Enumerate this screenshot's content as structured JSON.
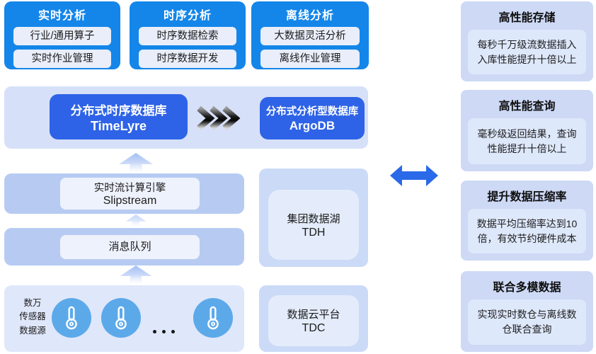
{
  "palette": {
    "module_blue": "#1486e9",
    "db_royal_blue": "#2e63e7",
    "band_light": "#d6e0f8",
    "band_medium": "#b7cbf2",
    "band_source": "#dfe7fa",
    "inner_light": "#eef2fc",
    "side_outer": "#cbdaf7",
    "side_inner": "#e4ecfb",
    "benefit_outer": "#cdd9f5",
    "benefit_inner": "#dee8fb",
    "sensor_blue": "#5ca9ea",
    "exchange_arrow_blue": "#2a69e8",
    "white": "#ffffff"
  },
  "icons": {
    "flow": "triple-chevron-right-icon",
    "exchange": "double-headed-arrow-icon",
    "sensor": "thermometer-icon",
    "up": "up-arrow-icon"
  },
  "top_modules": [
    {
      "title": "实时分析",
      "items": [
        "行业/通用算子",
        "实时作业管理"
      ]
    },
    {
      "title": "时序分析",
      "items": [
        "时序数据检索",
        "时序数据开发"
      ]
    },
    {
      "title": "离线分析",
      "items": [
        "大数据灵活分析",
        "离线作业管理"
      ]
    }
  ],
  "db_layer": {
    "timelyre": {
      "line1": "分布式时序数据库",
      "line2": "TimeLyre"
    },
    "argodb": {
      "line1": "分布式分析型数据库",
      "line2": "ArgoDB"
    }
  },
  "stream_layer": {
    "line1": "实时流计算引擎",
    "line2": "Slipstream"
  },
  "queue_layer": {
    "label": "消息队列"
  },
  "source_layer": {
    "label_lines": [
      "数万",
      "传感器",
      "数据源"
    ]
  },
  "tdh": {
    "line1": "集团数据湖",
    "line2": "TDH"
  },
  "tdc": {
    "line1": "数据云平台",
    "line2": "TDC"
  },
  "benefits": [
    {
      "title": "高性能存储",
      "desc": "每秒千万级流数据插入入库性能提升十倍以上"
    },
    {
      "title": "高性能查询",
      "desc": "毫秒级返回结果，查询性能提升十倍以上"
    },
    {
      "title": "提升数据压缩率",
      "desc": "数据平均压缩率达到10倍，有效节约硬件成本"
    },
    {
      "title": "联合多模数据",
      "desc": "实现实时数仓与离线数仓联合查询"
    }
  ]
}
